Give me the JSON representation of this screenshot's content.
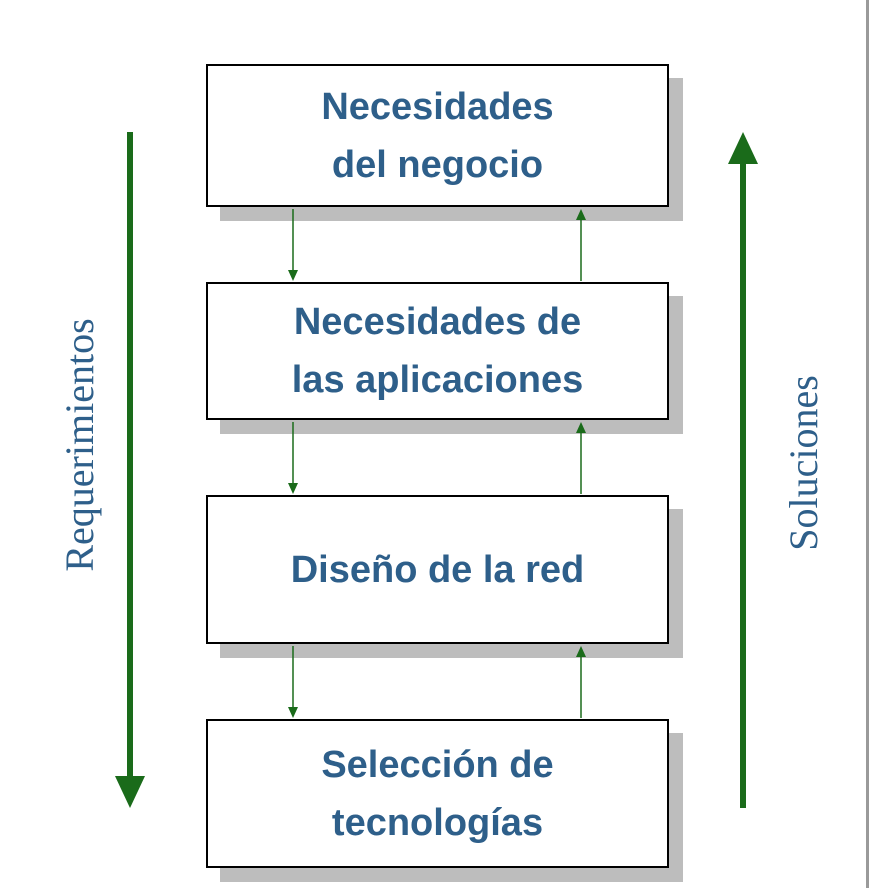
{
  "boxes": [
    {
      "line1": "Necesidades",
      "line2": "del negocio"
    },
    {
      "line1": "Necesidades de",
      "line2": "las aplicaciones"
    },
    {
      "line1": "Diseño de la red",
      "line2": ""
    },
    {
      "line1": "Selección de",
      "line2": "tecnologías"
    }
  ],
  "left_label": "Requerimientos",
  "right_label": "Soluciones",
  "colors": {
    "text": "#2e5f8a",
    "arrow": "#1a6b1a",
    "box_border": "#000000",
    "shadow": "#bdbdbd"
  }
}
